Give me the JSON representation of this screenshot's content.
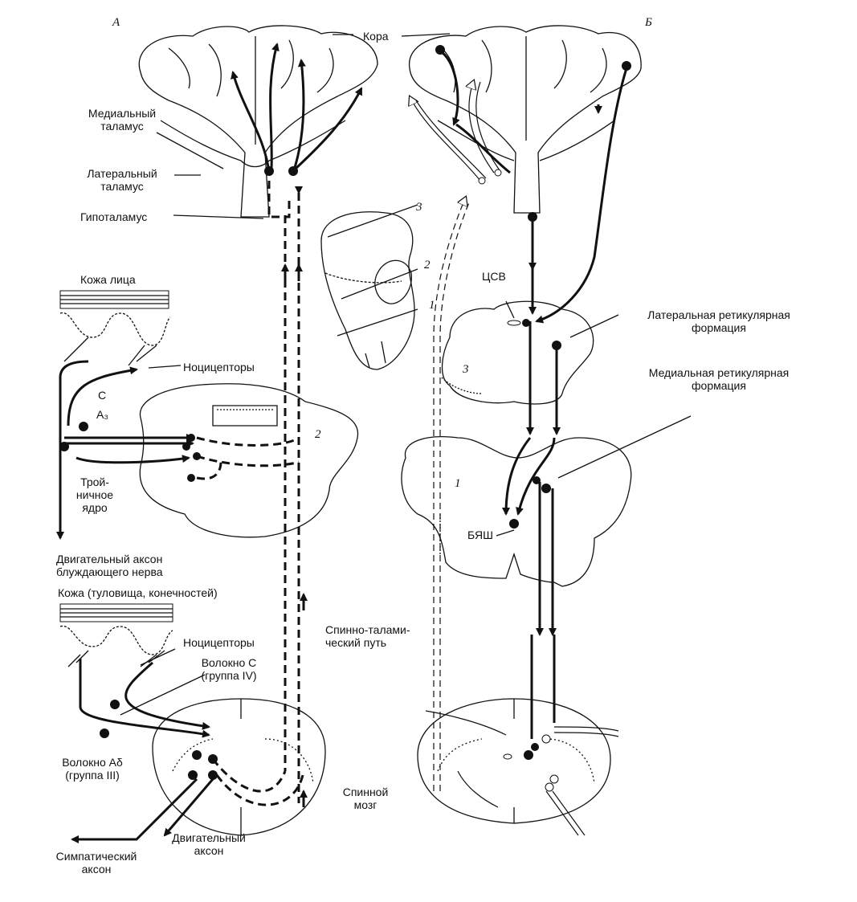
{
  "panels": {
    "a": "А",
    "b": "Б"
  },
  "labels": {
    "cortex": "Кора",
    "medial_thalamus": "Медиальный\nталамус",
    "lateral_thalamus": "Латеральный\nталамус",
    "hypothalamus": "Гипоталамус",
    "face_skin": "Кожа лица",
    "nociceptors_face": "Ноцицепторы",
    "fiber_c": "C",
    "fiber_a": "A₃",
    "trigeminal_nucleus": "Трой-\nничное\nядро",
    "vagus_motor_axon": "Двигательный аксон\nблуждающего нерва",
    "trunk_skin": "Кожа (туловища, конечностей)",
    "nociceptors_trunk": "Ноцицепторы",
    "fiber_c_group": "Волокно С\n(группа IV)",
    "fiber_ad_group": "Волокно Аδ\n(группа III)",
    "sympathetic_axon": "Симпатический\nаксон",
    "motor_axon": "Двигательный\nаксон",
    "spinothalamic_tract": "Спинно-талами-\nческий путь",
    "spinal_cord": "Спинной\nмозг",
    "csv": "ЦСВ",
    "lateral_reticular": "Латеральная ретикулярная\nформация",
    "medial_reticular": "Медиальная ретикулярная\nформация",
    "byash": "БЯШ",
    "num_1": "1",
    "num_2": "2",
    "num_3": "3",
    "num_2_medulla": "2",
    "num_3_midbrain": "3",
    "num_1_pons": "1"
  }
}
